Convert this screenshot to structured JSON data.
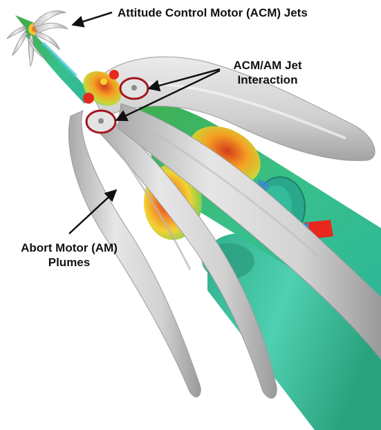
{
  "annotations": {
    "acm_jets": "Attitude Control Motor (ACM) Jets",
    "jet_interaction_line1": "ACM/AM Jet",
    "jet_interaction_line2": "Interaction",
    "plumes_line1": "Abort Motor (AM)",
    "plumes_line2": "Plumes"
  },
  "colors": {
    "plume_gray": "#d6d6d6",
    "plume_shadow": "#9c9c9c",
    "vehicle_green": "#3fbf7f",
    "hot_red": "#e8281e",
    "warm_yellow": "#f2d233",
    "cool_cyan": "#47c7d8",
    "highlight_circle": "#a3141c",
    "arrow": "#111111"
  }
}
